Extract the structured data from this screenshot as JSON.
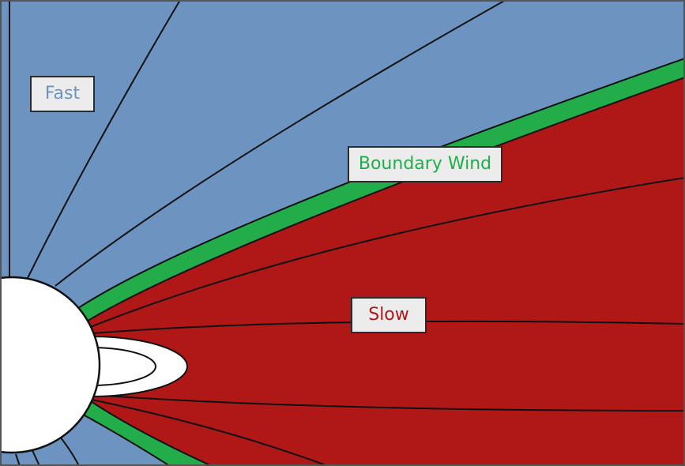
{
  "labels": {
    "fast": "Fast",
    "boundary": "Boundary Wind",
    "slow": "Slow"
  },
  "colors": {
    "fast_region": "#6d93c1",
    "boundary_region": "#22ad4a",
    "slow_region": "#b01717",
    "sun": "#ffffff",
    "field_lines": "#111111",
    "fast_text": "#6d93c1",
    "boundary_text": "#22ad4a",
    "slow_text": "#b01717"
  }
}
